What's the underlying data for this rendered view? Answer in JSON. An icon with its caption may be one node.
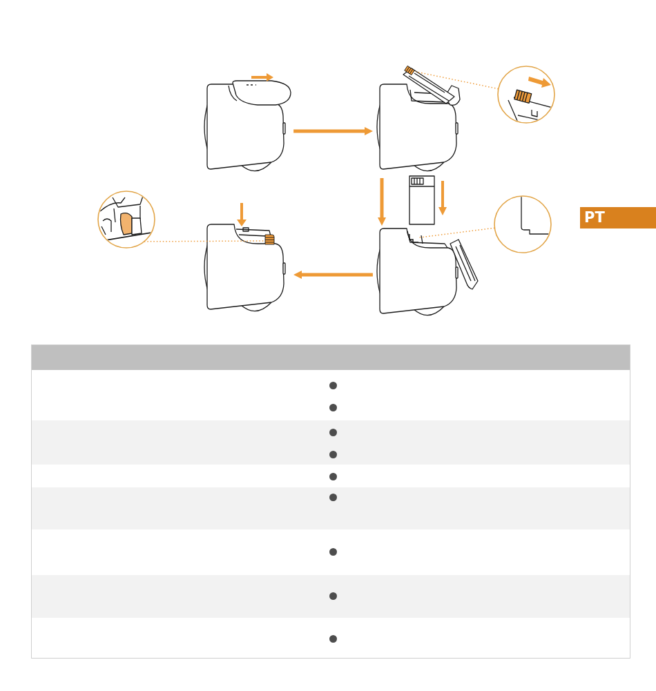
{
  "diagram": {
    "nodes": [
      {
        "text": [],
        "shape": "picture"
      },
      {
        "text": [],
        "shape": "picture"
      },
      {
        "text": [],
        "shape": "picture"
      },
      {
        "text": [],
        "shape": "picture"
      },
      {
        "text": [],
        "shape": "picture"
      },
      {
        "text": [],
        "shape": "picture"
      },
      {
        "text": [],
        "shape": "picture",
        "in": 5
      },
      {
        "text": [],
        "shape": "picture"
      },
      {
        "text": [],
        "shape": "picture",
        "in": 7
      },
      {
        "text": [],
        "shape": "picture"
      },
      {
        "text": [
          "PT"
        ]
      }
    ],
    "edges": [
      {
        "from": 0,
        "to": 1,
        "arrow": "to"
      },
      {
        "from": 1,
        "to": 7,
        "arrow": "to"
      },
      {
        "from": 7,
        "to": 5,
        "arrow": "to"
      },
      {
        "from": 3,
        "to": 2,
        "arrow": "none",
        "style": "dashed"
      },
      {
        "from": 9,
        "to": 8,
        "arrow": "none",
        "style": "dashed"
      },
      {
        "from": 4,
        "to": 6,
        "arrow": "none",
        "style": "dashed"
      }
    ]
  }
}
